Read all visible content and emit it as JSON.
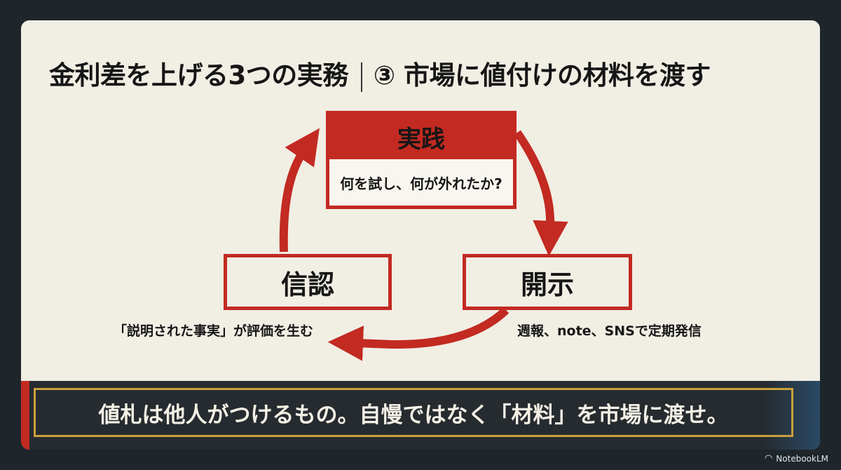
{
  "title": {
    "main": "金利差を上げる3つの実務",
    "sub": "③ 市場に値付けの材料を渡す"
  },
  "cycle": {
    "practice": {
      "label": "実践",
      "question": "何を試し、何が外れたか?"
    },
    "disclosure": {
      "label": "開示",
      "caption": "週報、note、SNSで定期発信"
    },
    "trust": {
      "label": "信認",
      "caption": "「説明された事実」が評価を生む"
    }
  },
  "banner": {
    "text": "値札は他人がつけるもの。自慢ではなく「材料」を市場に渡せ。"
  },
  "watermark": {
    "text": "NotebookLM"
  },
  "colors": {
    "accent": "#c22a22",
    "frame": "#c9a13a",
    "background": "#f1eee4",
    "dark": "#1e262c"
  }
}
